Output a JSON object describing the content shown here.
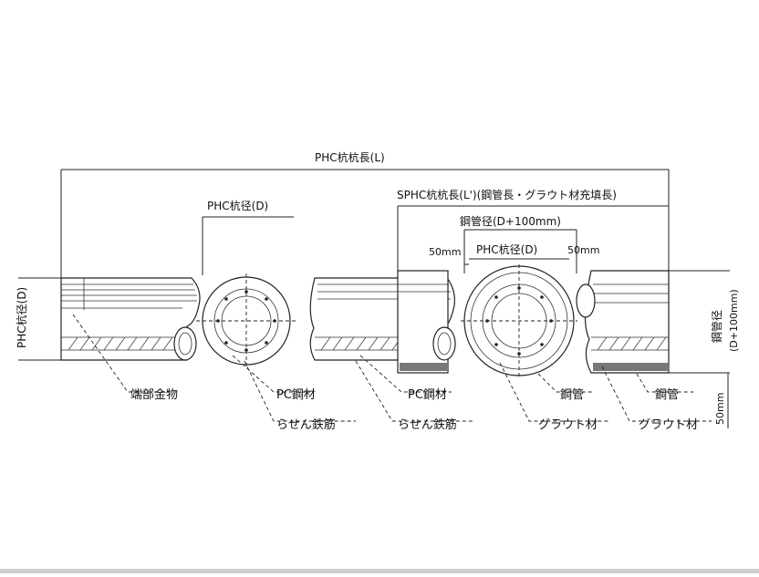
{
  "labels": {
    "phc_length": "PHC杭杭長(L)",
    "sphc_length": "SPHC杭杭長(L')(鋼管長・グラウト材充填長)",
    "phc_dia_top": "PHC杭径(D)",
    "steel_dia": "鋼管径(D+100mm)",
    "phc_dia_mid": "PHC杭径(D)",
    "gap_left": "50mm",
    "gap_right": "50mm",
    "phc_dia_side": "PHC杭径(D)",
    "steel_dia_side": "鋼管径",
    "steel_dia_side_sub": "(D+100mm)",
    "gap_side": "50mm"
  },
  "callouts": {
    "end_fitting": "端部金物",
    "pc_steel_1": "PC鋼材",
    "spiral_1": "らせん鉄筋",
    "pc_steel_2": "PC鋼材",
    "spiral_2": "らせん鉄筋",
    "steel_pipe_1": "鋼管",
    "grout_1": "グラウト材",
    "steel_pipe_2": "鋼管",
    "grout_2": "グラウト材"
  }
}
